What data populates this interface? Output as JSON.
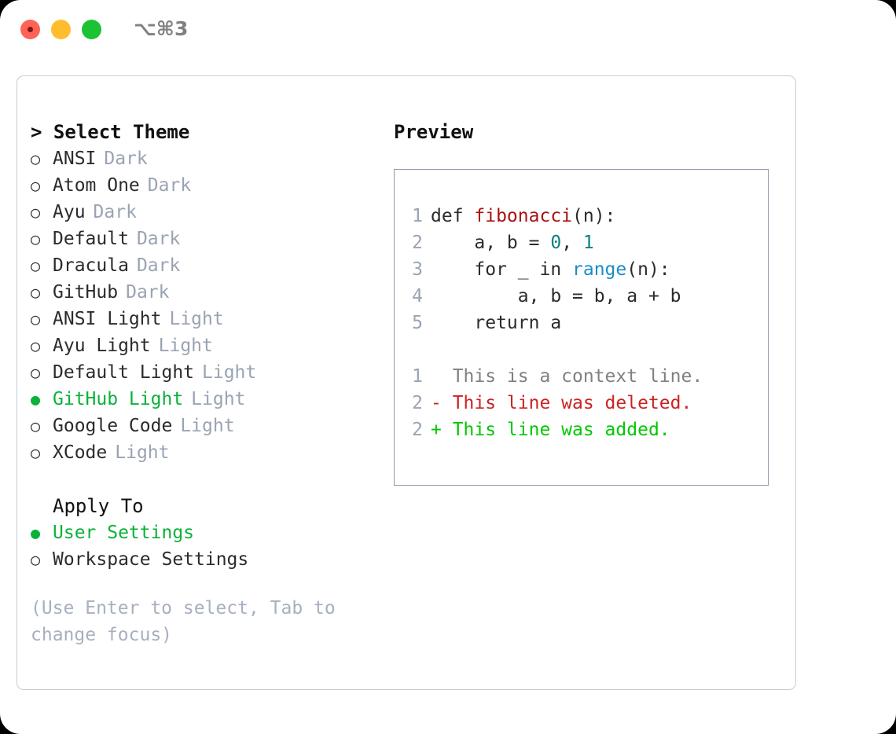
{
  "window": {
    "shortcut": "⌥⌘3",
    "traffic_lights": [
      {
        "name": "close",
        "color": "#ff6257"
      },
      {
        "name": "minimize",
        "color": "#ffbd2e"
      },
      {
        "name": "maximize",
        "color": "#1ac234"
      }
    ]
  },
  "theme_picker": {
    "header": "> Select Theme",
    "selected_marker": "●",
    "unselected_marker": "○",
    "items": [
      {
        "marker": "○",
        "label": "ANSI",
        "tag": "Dark",
        "selected": false
      },
      {
        "marker": "○",
        "label": "Atom One",
        "tag": "Dark",
        "selected": false
      },
      {
        "marker": "○",
        "label": "Ayu",
        "tag": "Dark",
        "selected": false
      },
      {
        "marker": "○",
        "label": "Default",
        "tag": "Dark",
        "selected": false
      },
      {
        "marker": "○",
        "label": "Dracula",
        "tag": "Dark",
        "selected": false
      },
      {
        "marker": "○",
        "label": "GitHub",
        "tag": "Dark",
        "selected": false
      },
      {
        "marker": "○",
        "label": "ANSI Light",
        "tag": "Light",
        "selected": false
      },
      {
        "marker": "○",
        "label": "Ayu Light",
        "tag": "Light",
        "selected": false
      },
      {
        "marker": "○",
        "label": "Default Light",
        "tag": "Light",
        "selected": false
      },
      {
        "marker": "●",
        "label": "GitHub Light",
        "tag": "Light",
        "selected": true
      },
      {
        "marker": "○",
        "label": "Google Code",
        "tag": "Light",
        "selected": false
      },
      {
        "marker": "○",
        "label": "XCode",
        "tag": "Light",
        "selected": false
      }
    ]
  },
  "apply_to": {
    "header": "Apply To",
    "items": [
      {
        "marker": "●",
        "label": "User Settings",
        "selected": true
      },
      {
        "marker": "○",
        "label": "Workspace Settings",
        "selected": false
      }
    ]
  },
  "hint": "(Use Enter to select, Tab to change focus)",
  "preview": {
    "title": "Preview",
    "code": [
      {
        "lineno": "1",
        "tokens": [
          {
            "text": "def ",
            "type": "kw"
          },
          {
            "text": "fibonacci",
            "type": "fn"
          },
          {
            "text": "(n):",
            "type": "plain"
          }
        ]
      },
      {
        "lineno": "2",
        "tokens": [
          {
            "text": "    a, b = ",
            "type": "plain"
          },
          {
            "text": "0",
            "type": "num"
          },
          {
            "text": ", ",
            "type": "plain"
          },
          {
            "text": "1",
            "type": "num"
          }
        ]
      },
      {
        "lineno": "3",
        "tokens": [
          {
            "text": "    for _ in ",
            "type": "kw"
          },
          {
            "text": "range",
            "type": "bi"
          },
          {
            "text": "(n):",
            "type": "plain"
          }
        ]
      },
      {
        "lineno": "4",
        "tokens": [
          {
            "text": "        a, b = b, a + b",
            "type": "plain"
          }
        ]
      },
      {
        "lineno": "5",
        "tokens": [
          {
            "text": "    return a",
            "type": "kw"
          }
        ]
      }
    ],
    "diff": [
      {
        "lineno": "1",
        "marker": " ",
        "text": "  This is a context line.",
        "type": "ctx"
      },
      {
        "lineno": "2",
        "marker": "-",
        "text": "- This line was deleted.",
        "type": "del"
      },
      {
        "lineno": "2",
        "marker": "+",
        "text": "+ This line was added.",
        "type": "add"
      }
    ]
  },
  "colors": {
    "selected_green": "#0ab13a",
    "diff_add_green": "#00c800",
    "diff_del_red": "#cc2222",
    "function_red": "#aa1111",
    "number_teal": "#0a8080",
    "builtin_blue": "#1a8cc8",
    "muted_grey": "#9aa3b4",
    "hint_grey": "#a7b0c0",
    "panel_border": "#c6ccd6",
    "preview_border": "#8e99ab"
  }
}
